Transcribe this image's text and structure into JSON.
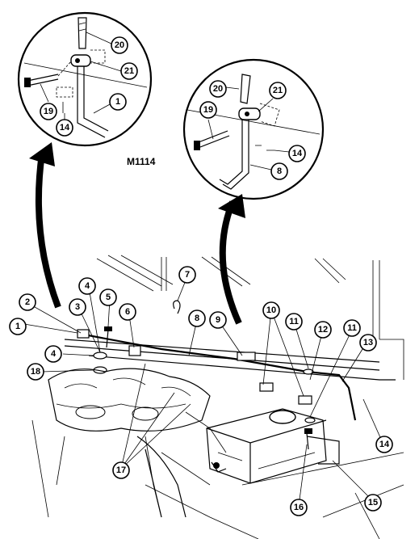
{
  "model_label": "M1114",
  "callouts": [
    {
      "id": "c1",
      "label": "1"
    },
    {
      "id": "c2",
      "label": "2"
    },
    {
      "id": "c3",
      "label": "3"
    },
    {
      "id": "c4a",
      "label": "4"
    },
    {
      "id": "c4b",
      "label": "4"
    },
    {
      "id": "c5",
      "label": "5"
    },
    {
      "id": "c6",
      "label": "6"
    },
    {
      "id": "c7",
      "label": "7"
    },
    {
      "id": "c8",
      "label": "8"
    },
    {
      "id": "c9",
      "label": "9"
    },
    {
      "id": "c10",
      "label": "10"
    },
    {
      "id": "c11a",
      "label": "11"
    },
    {
      "id": "c11b",
      "label": "11"
    },
    {
      "id": "c12",
      "label": "12"
    },
    {
      "id": "c13",
      "label": "13"
    },
    {
      "id": "c14",
      "label": "14"
    },
    {
      "id": "c15",
      "label": "15"
    },
    {
      "id": "c16",
      "label": "16"
    },
    {
      "id": "c17",
      "label": "17"
    },
    {
      "id": "c18",
      "label": "18"
    },
    {
      "id": "d1_20",
      "label": "20"
    },
    {
      "id": "d1_21",
      "label": "21"
    },
    {
      "id": "d1_19",
      "label": "19"
    },
    {
      "id": "d1_14",
      "label": "14"
    },
    {
      "id": "d1_1",
      "label": "1"
    },
    {
      "id": "d2_20",
      "label": "20"
    },
    {
      "id": "d2_21",
      "label": "21"
    },
    {
      "id": "d2_19",
      "label": "19"
    },
    {
      "id": "d2_14",
      "label": "14"
    },
    {
      "id": "d2_8",
      "label": "8"
    }
  ]
}
